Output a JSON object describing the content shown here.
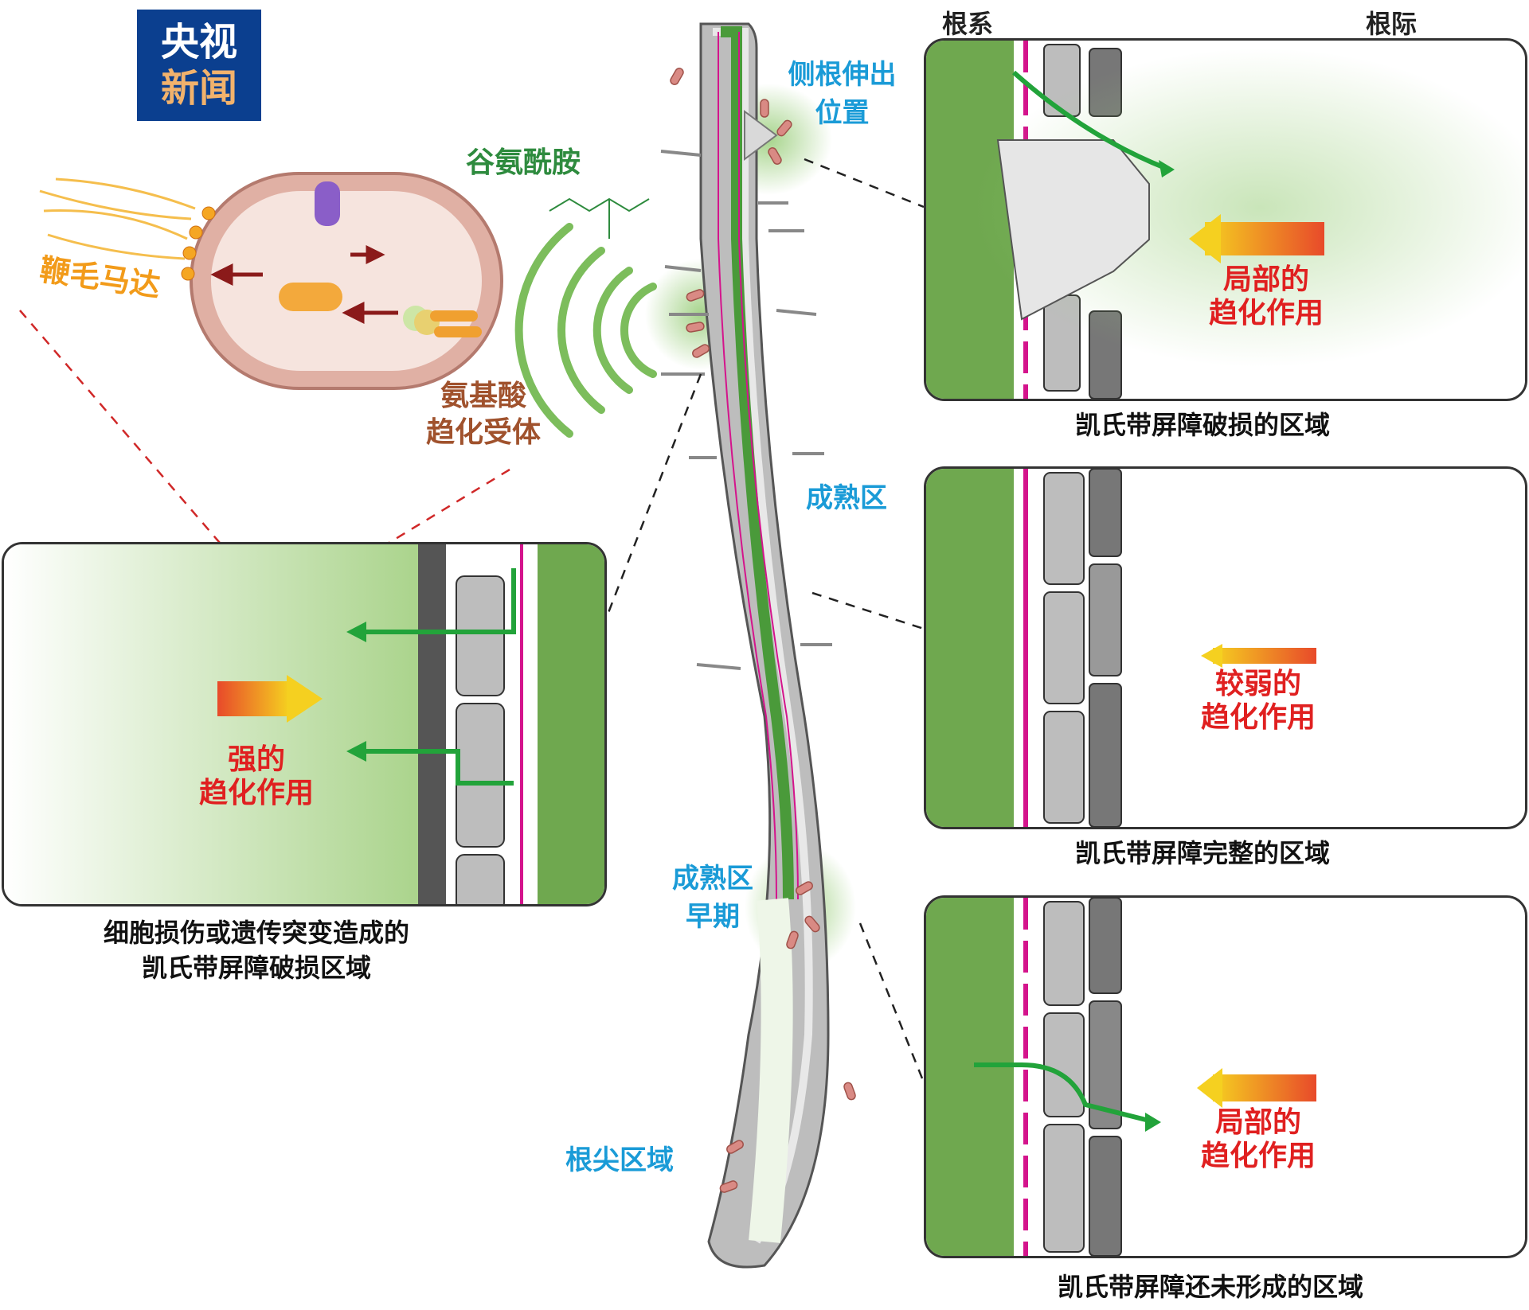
{
  "logo": {
    "line1": "央视",
    "line2": "新闻"
  },
  "root_labels": {
    "lateral_root": "侧根伸出位置",
    "mature_zone": "成熟区",
    "early_mature_zone": "成熟区早期",
    "root_tip": "根尖区域"
  },
  "bacterium": {
    "glutamine_label": "谷氨酰胺",
    "flagellar_motor": "鞭毛马达",
    "chemoreceptor_line1": "氨基酸",
    "chemoreceptor_line2": "趋化受体"
  },
  "headers": {
    "root_system": "根系",
    "rhizosphere": "根际"
  },
  "panels": {
    "top_right": {
      "effect_line1": "局部的",
      "effect_line2": "趋化作用",
      "caption": "凯氏带屏障破损的区域"
    },
    "middle_right": {
      "effect_line1": "较弱的",
      "effect_line2": "趋化作用",
      "caption": "凯氏带屏障完整的区域"
    },
    "bottom_right": {
      "effect_line1": "局部的",
      "effect_line2": "趋化作用",
      "caption": "凯氏带屏障还未形成的区域"
    },
    "left": {
      "effect_line1": "强的",
      "effect_line2": "趋化作用",
      "caption_line1": "细胞损伤或遗传突变造成的",
      "caption_line2": "凯氏带屏障破损区域"
    }
  },
  "colors": {
    "root_green": "#6fa84f",
    "casparian_magenta": "#d4148c",
    "arrow_green": "#22a33a",
    "bacteria": "#d98a84",
    "logo_blue": "#0b3f8f"
  }
}
